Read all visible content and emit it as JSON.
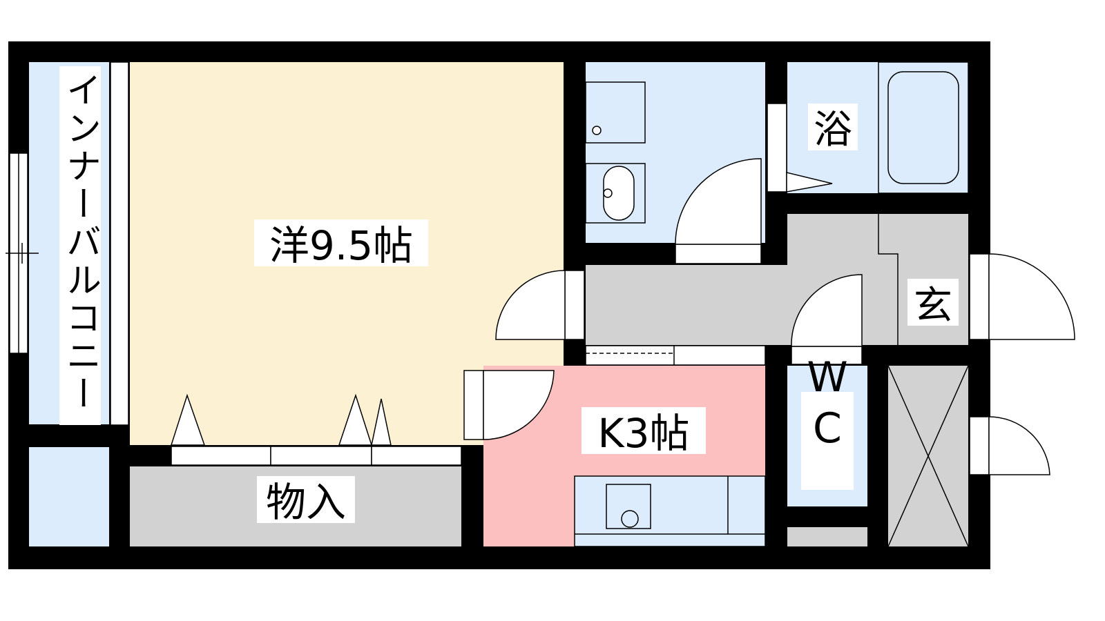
{
  "rooms": {
    "western": {
      "label": "洋9.5帖"
    },
    "kitchen": {
      "label": "K3帖"
    },
    "bath": {
      "label": "浴"
    },
    "entrance": {
      "label": "玄"
    },
    "toilet": {
      "label": "WC"
    },
    "storage": {
      "label": "物入"
    },
    "balcony": {
      "label": "インナーバルコニー"
    }
  },
  "colors": {
    "wall": "#000000",
    "western": "#fdf1d3",
    "kitchen": "#fcc0c0",
    "wet_area": "#dcecfd",
    "gray_area": "#d2d2d2",
    "fixture_line": "#000000"
  }
}
